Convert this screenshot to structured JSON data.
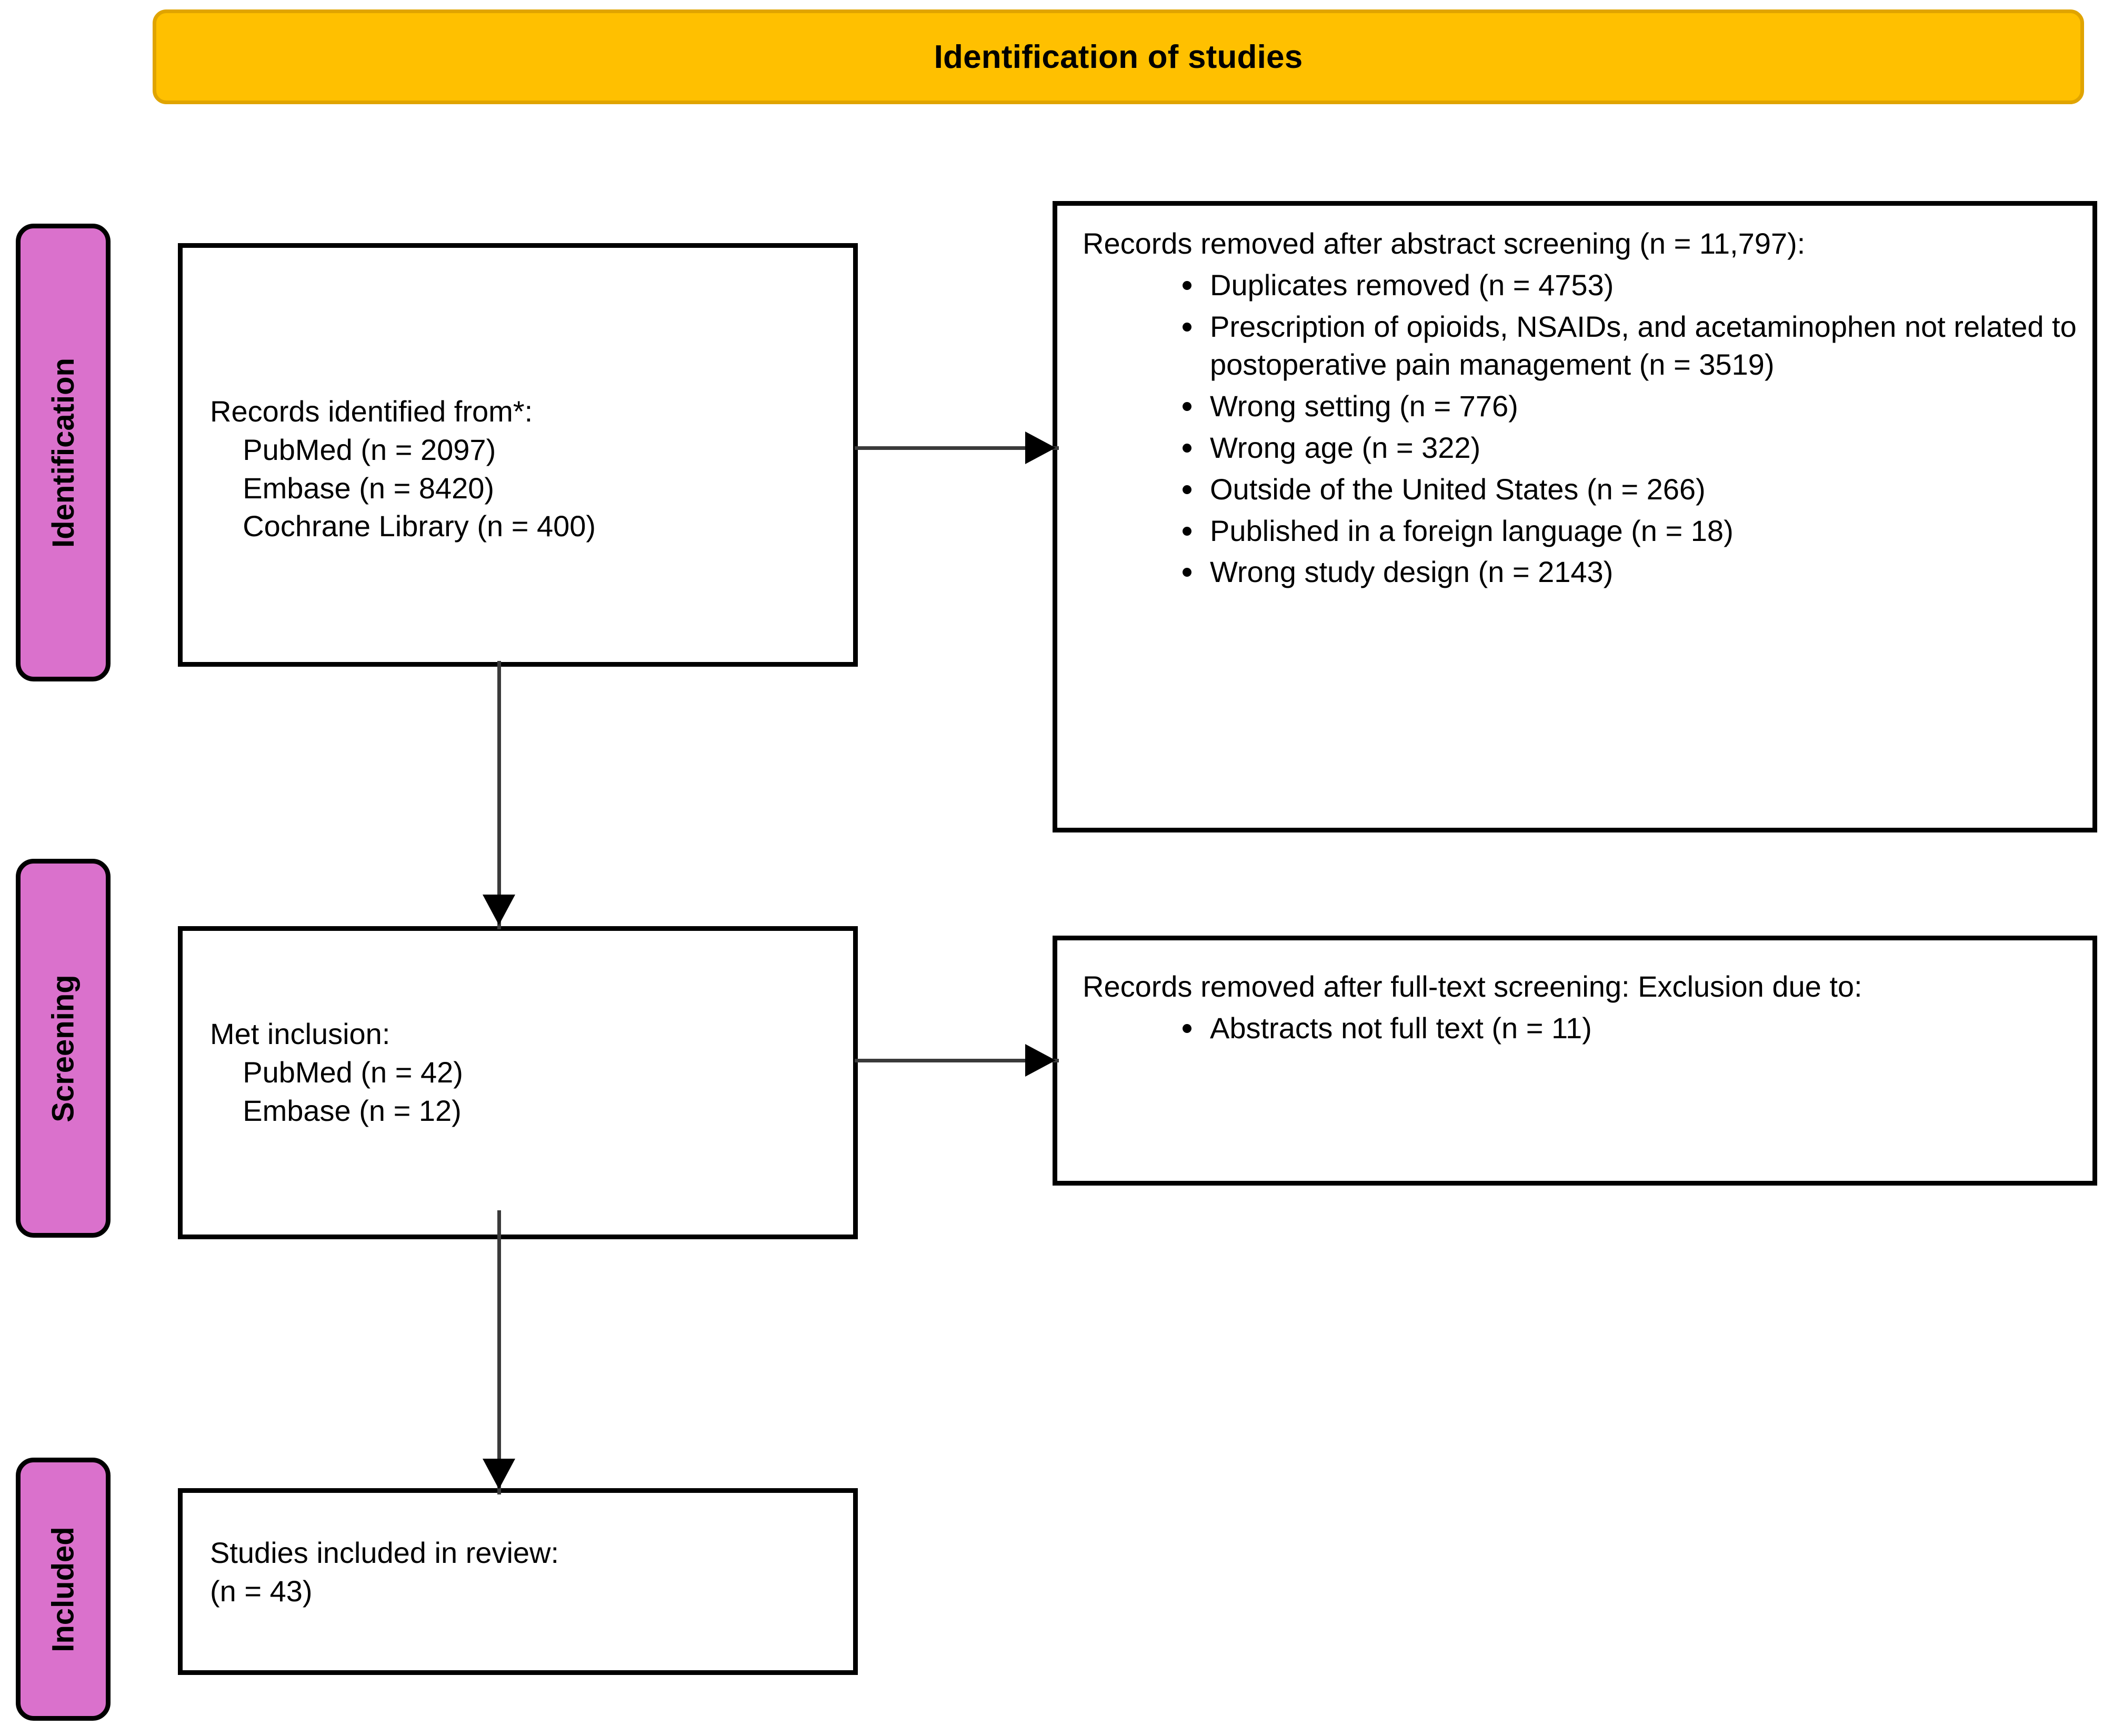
{
  "banner": {
    "title": "Identification of studies",
    "fill_color": "#FFC000",
    "border_color": "#E0A400"
  },
  "stages": {
    "fill_color": "#DA71CC",
    "identification": "Identification",
    "screening": "Screening",
    "included": "Included"
  },
  "boxes": {
    "identified": {
      "text": "Records identified from*:\n    PubMed (n = 2097)\n    Embase (n = 8420)\n    Cochrane Library (n = 400)"
    },
    "removed_abstract": {
      "lead": "Records removed after abstract screening (n = 11,797):",
      "bullets": [
        "Duplicates removed (n = 4753)",
        "Prescription of opioids, NSAIDs, and acetaminophen not related to postoperative pain management (n = 3519)",
        "Wrong setting (n = 776)",
        "Wrong age (n = 322)",
        "Outside of the United States (n = 266)",
        "Published in a foreign language (n = 18)",
        "Wrong study design (n = 2143)"
      ]
    },
    "met_inclusion": {
      "text": "Met inclusion:\n    PubMed (n = 42)\n    Embase (n = 12)"
    },
    "removed_fulltext": {
      "lead": "Records removed after full-text screening:\nExclusion due to:",
      "bullets": [
        "Abstracts not full text (n = 11)"
      ]
    },
    "included_studies": {
      "text": "Studies included in review:\n(n = 43)"
    }
  }
}
